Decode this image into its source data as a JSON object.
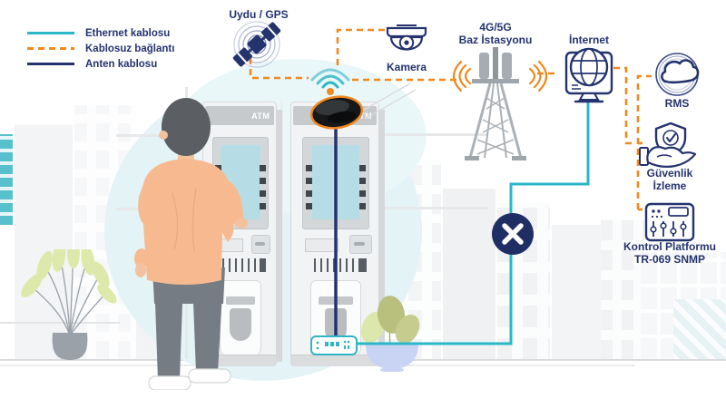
{
  "legend": {
    "items": [
      {
        "label": "Ethernet kablosu",
        "type": "ethernet"
      },
      {
        "label": "Kablosuz bağlantı",
        "type": "wireless"
      },
      {
        "label": "Anten kablosu",
        "type": "antenna"
      }
    ]
  },
  "nodes": {
    "satellite": {
      "label": "Uydu / GPS"
    },
    "camera": {
      "label": "Kamera"
    },
    "base_station": {
      "line1": "4G/5G",
      "line2": "Baz İstasyonu"
    },
    "internet": {
      "label": "İnternet"
    },
    "rms": {
      "label": "RMS"
    },
    "security_monitoring": {
      "line1": "Güvenlik",
      "line2": "İzleme"
    },
    "control_platform": {
      "line1": "Kontrol Platformu",
      "line2": "TR-069 SNMP"
    }
  },
  "atm": {
    "label": "ATM"
  },
  "colors": {
    "ethernet_cable": "#2ab7c8",
    "wireless_link": "#f0891f",
    "antenna_cable": "#24336e",
    "label_text": "#24336e",
    "alert_badge": "#202e66",
    "router_device": "#17181a",
    "background_blob": "#e3f3f6"
  }
}
